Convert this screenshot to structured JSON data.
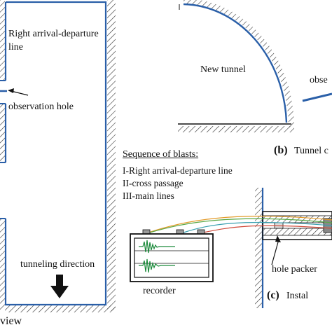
{
  "plan_view": {
    "right_line_label": [
      "Right arrival-departure",
      "line"
    ],
    "observation_hole_label": "observation  hole",
    "tunneling_direction_label": "tunneling direction",
    "view_caption_fragment": "view"
  },
  "section_view": {
    "new_tunnel_label": "New tunnel",
    "observation_fragment": "obse",
    "caption_letter": "(b)",
    "caption_text": "Tunnel c"
  },
  "blast_sequence": {
    "heading": "Sequence  of  blasts:",
    "items": [
      "I-Right arrival-departure line",
      "II-cross passage",
      "III-main lines"
    ]
  },
  "installation": {
    "hole_packer_label": "hole packer",
    "recorder_label": "recorder",
    "caption_letter": "(c)",
    "caption_text": "Instal"
  },
  "colors": {
    "wall_blue": "#2a5fa8",
    "hatch": "#333333",
    "ink": "#111111",
    "wave_green": "#1a8a3a",
    "wire_orange": "#e39b2a",
    "wire_green": "#5aa845",
    "wire_teal": "#3aa0b0",
    "wire_red": "#d04a3a"
  }
}
